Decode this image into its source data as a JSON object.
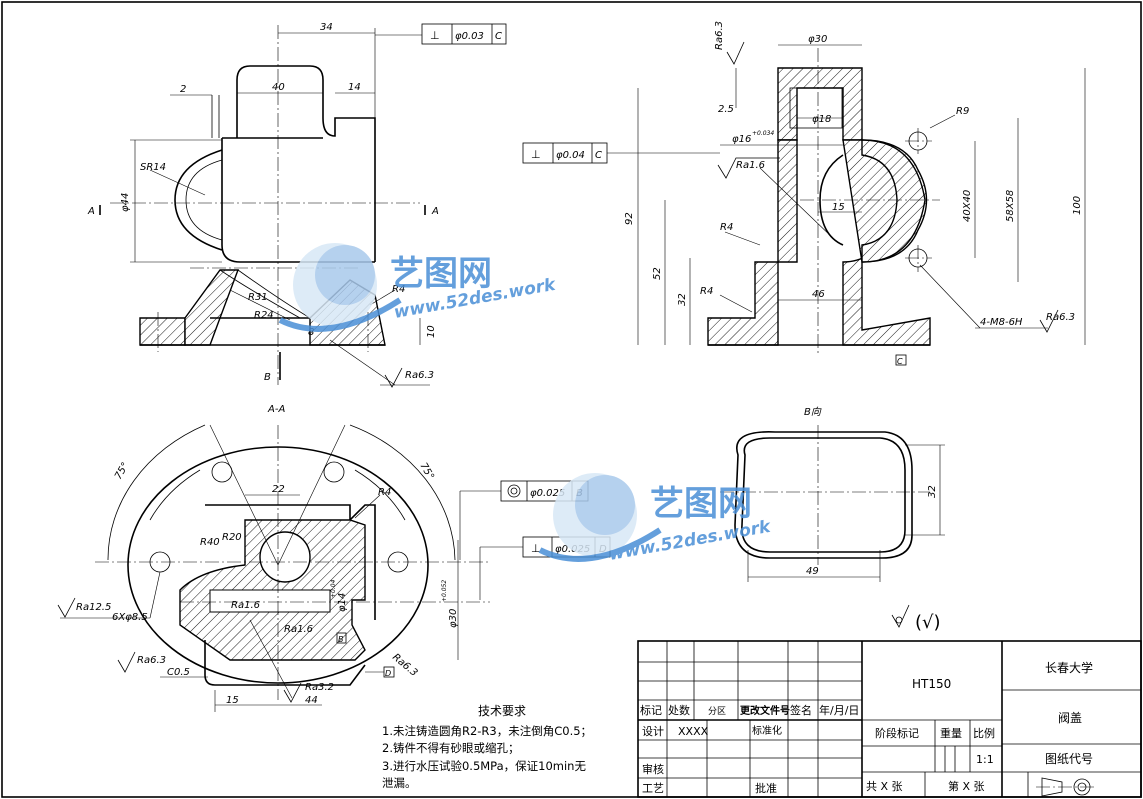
{
  "dims": {
    "d34": "34",
    "d40": "40",
    "d14": "14",
    "d2": "2",
    "sr14": "SR14",
    "phi44": "φ44",
    "r31": "R31",
    "r24": "R24",
    "r4a": "R4",
    "d8": "8",
    "d10": "10",
    "phi30": "φ30",
    "d2_5": "2.5",
    "phi18": "φ18",
    "phi16": "φ16",
    "phi16_tol": "+0.034",
    "r9": "R9",
    "d92": "92",
    "d52": "52",
    "d32": "32",
    "r4b": "R4",
    "r4c": "R4",
    "d15": "15",
    "d46": "46",
    "d40x40": "40X40",
    "d58x58": "58X58",
    "d100": "100",
    "m8": "4-M8-6H",
    "d22": "22",
    "r4d": "R4",
    "r40": "R40",
    "r20": "R20",
    "a75l": "75°",
    "a75r": "75°",
    "phi14": "φ14",
    "phi14_tol": "+0.04",
    "phi30b": "φ30",
    "phi30b_tol": "+0.052",
    "d6x85": "6Xφ8.5",
    "c05": "C0.5",
    "d15b": "15",
    "d44": "44",
    "d32b": "32",
    "d49": "49"
  },
  "labels": {
    "sectA1": "A",
    "sectA2": "A",
    "viewB": "B",
    "sectionAA": "A-A",
    "viewBDir": "B向",
    "datumB": "B",
    "datumC": "C",
    "datumD": "D"
  },
  "tolerances": {
    "t1": {
      "sym": "⊥",
      "val": "φ0.03",
      "ref": "C"
    },
    "t2": {
      "sym": "⊥",
      "val": "φ0.04",
      "ref": "C"
    },
    "t3": {
      "sym": "◎",
      "val": "φ0.025",
      "ref": "B"
    },
    "t4": {
      "sym": "⊥",
      "val": "φ0.025",
      "ref": "D"
    }
  },
  "roughness": {
    "ra63a": "Ra6.3",
    "ra63b": "Ra6.3",
    "ra16a": "Ra1.6",
    "ra63c": "Ra6.3",
    "ra125": "Ra12.5",
    "ra63d": "Ra6.3",
    "ra16b": "Ra1.6",
    "ra16c": "Ra1.6",
    "ra32": "Ra3.2",
    "ra63e": "Ra6.3",
    "general": "(√)"
  },
  "watermark": {
    "brand": "艺图网",
    "site": "www.52des.work"
  },
  "tech": {
    "title": "技术要求",
    "line1": "1.未注铸造圆角R2-R3，未注倒角C0.5；",
    "line2": "2.铸件不得有砂眼或缩孔；",
    "line3": "3.进行水压试验0.5MPa，保证10min无",
    "line4": "泄漏。"
  },
  "titleblock": {
    "mark": "标记",
    "count": "处数",
    "zone": "分区",
    "change": "更改文件号",
    "sign": "签名",
    "date": "年/月/日",
    "design": "设计",
    "designer": "XXXX",
    "standard": "标准化",
    "check": "审核",
    "process": "工艺",
    "approve": "批准",
    "material": "HT150",
    "stage": "阶段标记",
    "weight": "重量",
    "scale_label": "比例",
    "scale": "1:1",
    "total": "共 X 张",
    "sheet": "第 X 张",
    "school": "长春大学",
    "part": "阀盖",
    "code": "图纸代号"
  }
}
